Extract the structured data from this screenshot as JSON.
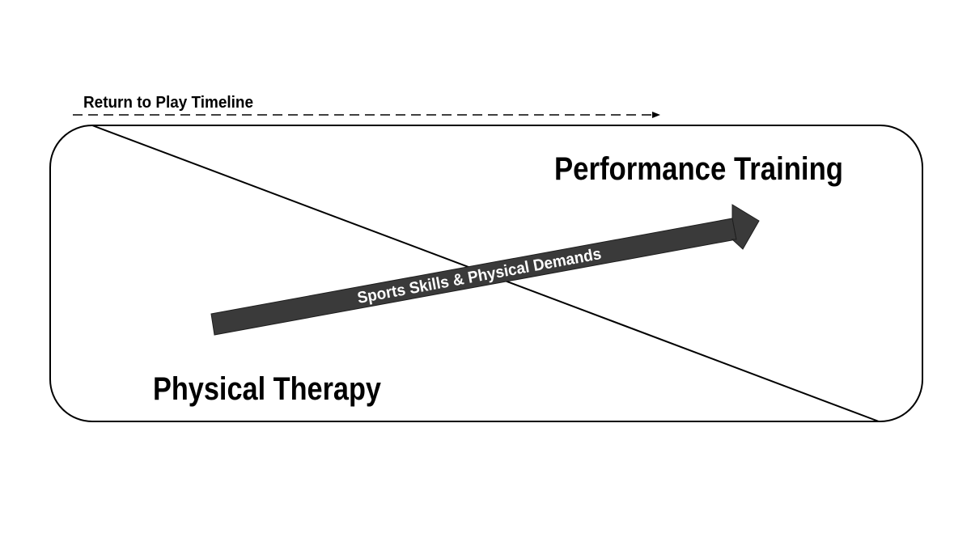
{
  "timeline": {
    "label": "Return to Play Timeline"
  },
  "regions": {
    "upper_right_label": "Performance Training",
    "lower_left_label": "Physical Therapy"
  },
  "arrow": {
    "label": "Sports Skills & Physical Demands"
  },
  "colors": {
    "stroke": "#000000",
    "arrow_fill": "#3a3a3a",
    "arrow_text": "#ffffff",
    "background": "#ffffff"
  }
}
